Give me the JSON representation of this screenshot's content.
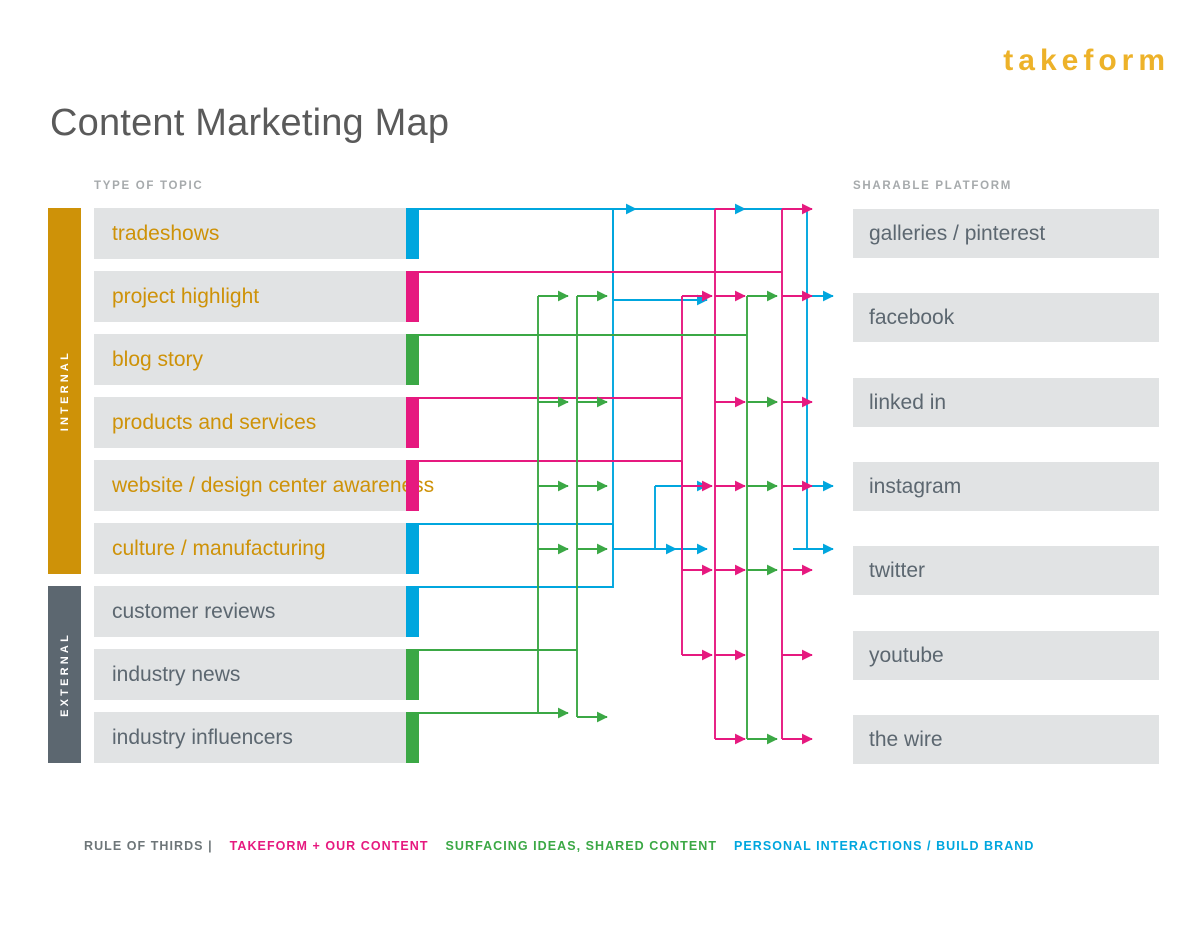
{
  "brand": {
    "logo": "takeform",
    "logo_color": "#EDB229"
  },
  "header": {
    "title": "Content Marketing Map"
  },
  "columns": {
    "left_heading": "TYPE OF TOPIC",
    "right_heading": "SHARABLE PLATFORM"
  },
  "groups": [
    {
      "name": "INTERNAL",
      "color": "#CE9208",
      "rows": 6
    },
    {
      "name": "EXTERNAL",
      "color": "#5C6770",
      "rows": 3
    }
  ],
  "palette": {
    "cyan": "#00A6DE",
    "magenta": "#E6197F",
    "green": "#3BA845",
    "gold": "#CE9208",
    "slate": "#5C6770",
    "row_bg": "#E1E3E4",
    "heading_gray": "#A6AAAC"
  },
  "topics": [
    {
      "label": "tradeshows",
      "group": "internal",
      "color": "#00A6DE"
    },
    {
      "label": "project highlight",
      "group": "internal",
      "color": "#E6197F"
    },
    {
      "label": "blog story",
      "group": "internal",
      "color": "#3BA845"
    },
    {
      "label": "products and services",
      "group": "internal",
      "color": "#E6197F"
    },
    {
      "label": "website / design center awareness",
      "group": "internal",
      "color": "#E6197F"
    },
    {
      "label": "culture / manufacturing",
      "group": "internal",
      "color": "#00A6DE"
    },
    {
      "label": "customer reviews",
      "group": "external",
      "color": "#00A6DE"
    },
    {
      "label": "industry news",
      "group": "external",
      "color": "#3BA845"
    },
    {
      "label": "industry influencers",
      "group": "external",
      "color": "#3BA845"
    }
  ],
  "platforms": [
    {
      "label": "galleries / pinterest"
    },
    {
      "label": "facebook"
    },
    {
      "label": "linked in"
    },
    {
      "label": "instagram"
    },
    {
      "label": "twitter"
    },
    {
      "label": "youtube"
    },
    {
      "label": "the wire"
    }
  ],
  "legend": {
    "prefix": "RULE OF THIRDS |",
    "items": [
      {
        "text": "TAKEFORM + OUR CONTENT",
        "color": "#E6197F"
      },
      {
        "text": "SURFACING IDEAS, SHARED CONTENT",
        "color": "#3BA845"
      },
      {
        "text": "PERSONAL INTERACTIONS / BUILD BRAND",
        "color": "#00A6DE"
      }
    ]
  },
  "chart_data": {
    "type": "diagram",
    "title": "Content Marketing Map",
    "description": "Routing map connecting nine content topic types (left) to seven sharable platforms (right) via coloured orthogonal connector lines.",
    "topic_rows_y": [
      233,
      296,
      359,
      422,
      486,
      549,
      612,
      675,
      738
    ],
    "platform_rows_y": [
      233,
      317,
      402,
      486,
      570,
      655,
      739
    ],
    "riser_columns_x": [
      538,
      577,
      613,
      682,
      713,
      747,
      782,
      807
    ],
    "links": [
      {
        "from": "tradeshows",
        "color": "#00A6DE",
        "to": [
          "galleries / pinterest"
        ]
      },
      {
        "from": "project highlight",
        "color": "#E6197F",
        "to": [
          "galleries / pinterest",
          "facebook",
          "linked in",
          "instagram",
          "twitter",
          "youtube",
          "the wire"
        ]
      },
      {
        "from": "blog story",
        "color": "#3BA845",
        "to": [
          "facebook",
          "linked in",
          "instagram",
          "twitter",
          "the wire"
        ]
      },
      {
        "from": "products and services",
        "color": "#E6197F",
        "to": [
          "linked in",
          "instagram"
        ]
      },
      {
        "from": "website / design center awareness",
        "color": "#E6197F",
        "to": [
          "instagram"
        ]
      },
      {
        "from": "culture / manufacturing",
        "color": "#00A6DE",
        "to": [
          "facebook",
          "instagram",
          "twitter"
        ]
      },
      {
        "from": "customer reviews",
        "color": "#00A6DE",
        "to": [
          "galleries / pinterest",
          "facebook"
        ]
      },
      {
        "from": "industry news",
        "color": "#3BA845",
        "to": [
          "the wire"
        ]
      },
      {
        "from": "industry influencers",
        "color": "#3BA845",
        "to": [
          "the wire"
        ]
      }
    ]
  }
}
